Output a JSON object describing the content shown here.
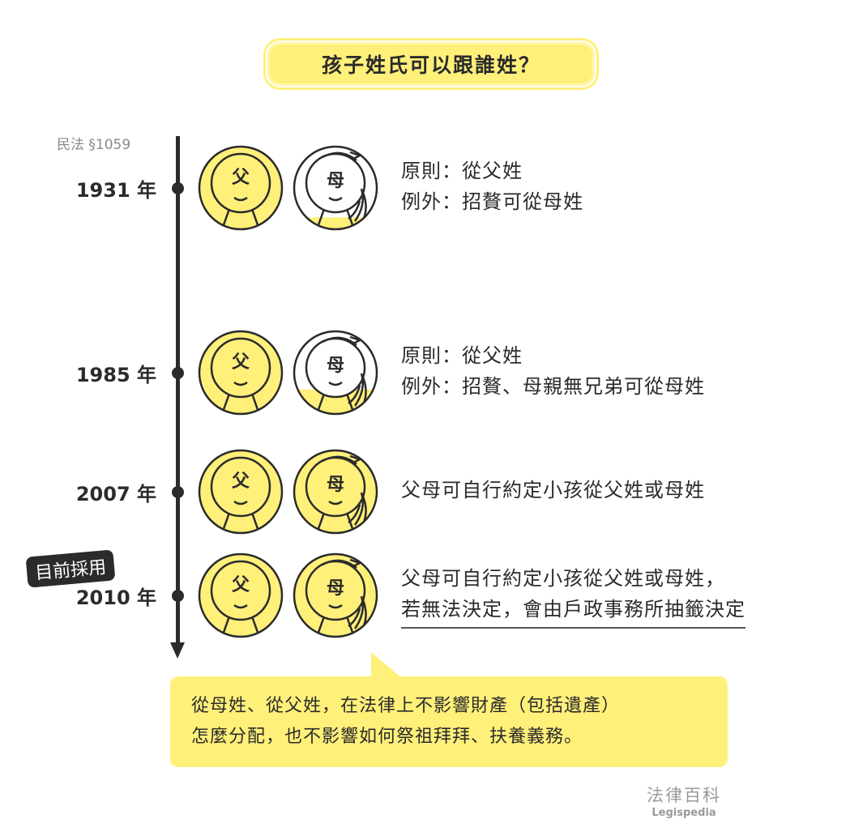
{
  "title": "孩子姓氏可以跟誰姓？",
  "law_ref": "民法 §1059",
  "current_badge": "目前採用",
  "colors": {
    "yellow": "#fff07a",
    "dark": "#2b2b2b"
  },
  "entries": [
    {
      "year": "1931 年",
      "father_label": "父",
      "mother_label": "母",
      "mother_fill": 0.15,
      "lines": [
        "原則：從父姓",
        "例外：招贅可從母姓"
      ]
    },
    {
      "year": "1985 年",
      "father_label": "父",
      "mother_label": "母",
      "mother_fill": 0.3,
      "lines": [
        "原則：從父姓",
        "例外：招贅、母親無兄弟可從母姓"
      ]
    },
    {
      "year": "2007 年",
      "father_label": "父",
      "mother_label": "母",
      "mother_fill": 1,
      "lines": [
        "父母可自行約定小孩從父姓或母姓"
      ]
    },
    {
      "year": "2010 年",
      "father_label": "父",
      "mother_label": "母",
      "mother_fill": 1,
      "lines": [
        "父母可自行約定小孩從父姓或母姓，",
        "若無法決定，會由戶政事務所抽籤決定"
      ]
    }
  ],
  "note": [
    "從母姓、從父姓，在法律上不影響財產（包括遺產）",
    "怎麼分配，也不影響如何祭祖拜拜、扶養義務。"
  ],
  "logo": {
    "zh": "法律百科",
    "en": "Legispedia"
  }
}
